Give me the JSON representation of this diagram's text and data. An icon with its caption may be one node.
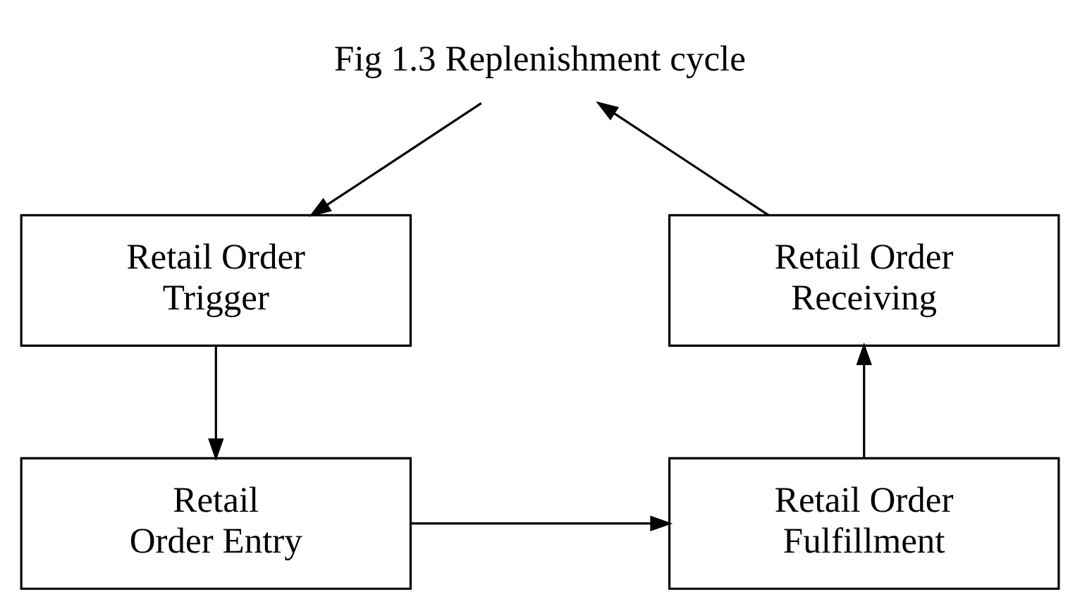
{
  "diagram": {
    "nodes": [
      {
        "text": [
          "Fig 1.3 Replenishment cycle"
        ]
      },
      {
        "text": [
          "Retail Order Trigger"
        ]
      },
      {
        "text": [
          "Retail Order Entry"
        ]
      },
      {
        "text": [
          "Retail Order Fulfillment"
        ]
      },
      {
        "text": [
          "Retail Order Receiving"
        ]
      }
    ],
    "edges": [
      {
        "from": 0,
        "to": 1,
        "arrow": "to"
      },
      {
        "from": 1,
        "to": 2,
        "arrow": "to"
      },
      {
        "from": 2,
        "to": 3,
        "arrow": "to"
      },
      {
        "from": 3,
        "to": 4,
        "arrow": "to"
      },
      {
        "from": 4,
        "to": 0,
        "arrow": "to"
      }
    ]
  }
}
